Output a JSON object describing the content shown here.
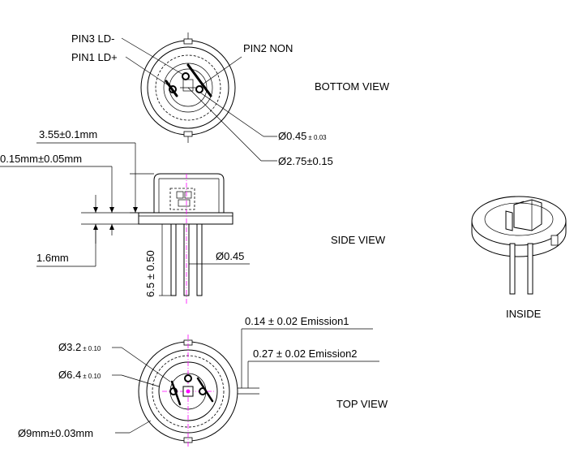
{
  "bottom_view": {
    "title": "BOTTOM VIEW",
    "pin3": "PIN3 LD-",
    "pin1": "PIN1 LD+",
    "pin2": "PIN2 NON",
    "pin_dia": "Ø0.45",
    "pin_dia_tol": "± 0.03",
    "pin_circle": "Ø2.75±0.15"
  },
  "side_view": {
    "title": "SIDE VIEW",
    "cap_height": "3.55±0.1mm",
    "flange_gap": "0.15mm±0.05mm",
    "flange_thickness": "1.6mm",
    "lead_length": "6.5 ± 0.50",
    "lead_dia": "Ø0.45"
  },
  "top_view": {
    "title": "TOP VIEW",
    "window_dia": "Ø3.2",
    "window_tol": "± 0.10",
    "cap_dia": "Ø6.4",
    "cap_tol": "± 0.10",
    "base_dia": "Ø9mm±0.03mm",
    "emission1": "0.14 ± 0.02  Emission1",
    "emission2": "0.27 ± 0.02  Emission2"
  },
  "inside": {
    "title": "INSIDE"
  }
}
